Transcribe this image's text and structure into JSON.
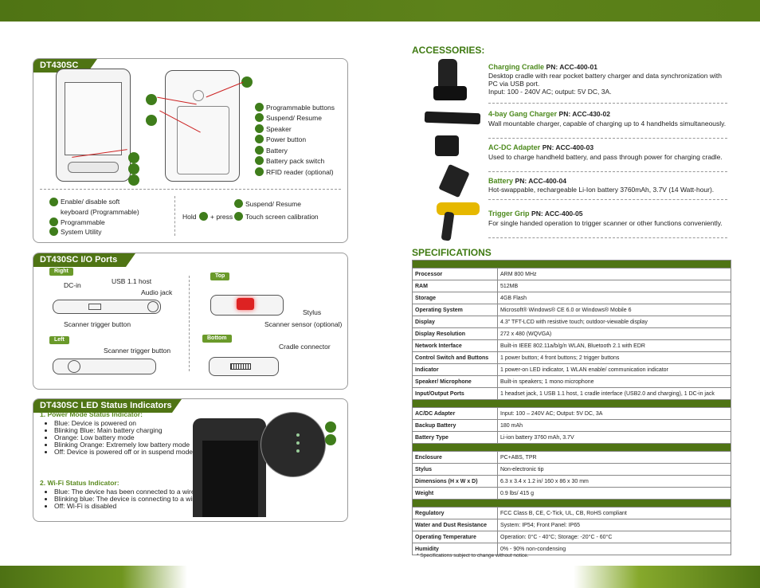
{
  "panels": {
    "device": {
      "title": "DT430SC",
      "legend": [
        "Programmable buttons",
        "Suspend/ Resume",
        "Speaker",
        "Power button",
        "Battery",
        "Battery pack switch",
        "RFID reader (optional)"
      ],
      "keys_left": [
        "Enable/ disable soft",
        "keyboard (Programmable)",
        "Programmable",
        "System Utility"
      ],
      "keys_right_1": "Suspend/ Resume",
      "hold": "Hold",
      "plus_press": "+ press",
      "touch_cal": "Touch screen calibration"
    },
    "io": {
      "title": "DT430SC I/O Ports",
      "tag_right": "Right",
      "tag_left": "Left",
      "tag_top": "Top",
      "tag_bottom": "Bottom",
      "dc_in": "DC-in",
      "usb": "USB 1.1 host",
      "audio": "Audio jack",
      "scanner_trigger_r": "Scanner trigger button",
      "scanner_trigger_l": "Scanner trigger button",
      "stylus": "Stylus",
      "scanner_sensor": "Scanner sensor (optional)",
      "cradle": "Cradle connector"
    },
    "led": {
      "title": "DT430SC LED Status Indicators",
      "power_heading": "1. Power Mode Status Indicator:",
      "power_items": [
        "Blue: Device is powered on",
        "Blinking Blue: Main battery charging",
        "Orange: Low battery mode",
        "Blinking Orange: Extremely low battery mode",
        "Off: Device is powered off or in suspend mode"
      ],
      "wifi_heading": "2. Wi-Fi Status Indicator:",
      "wifi_items": [
        "Blue: The device has been connected to a wireless AP",
        "Blinking blue: The device is connecting to a wireless AP",
        "Off: Wi-Fi is disabled"
      ]
    }
  },
  "accessories": {
    "heading": "ACCESSORIES:",
    "items": [
      {
        "name": "Charging Cradle",
        "pn": "PN: ACC-400-01",
        "desc": "Desktop cradle with rear pocket battery charger and data synchronization with PC via USB port.",
        "desc2": "Input: 100 - 240V AC; output: 5V DC, 3A."
      },
      {
        "name": "4-bay Gang Charger",
        "pn": "PN: ACC-430-02",
        "desc": "Wall mountable charger, capable of charging up to 4 handhelds simultaneously.",
        "desc2": ""
      },
      {
        "name": "AC-DC Adapter",
        "pn": "PN: ACC-400-03",
        "desc": "Used to charge handheld battery, and pass through power for charging cradle.",
        "desc2": ""
      },
      {
        "name": "Battery",
        "pn": "PN: ACC-400-04",
        "desc": "Hot-swappable, rechargeable Li-Ion battery 3760mAh, 3.7V (14 Watt-hour).",
        "desc2": ""
      },
      {
        "name": "Trigger Grip",
        "pn": "PN: ACC-400-05",
        "desc": "For single handed operation to trigger scanner or other functions conveniently.",
        "desc2": ""
      }
    ]
  },
  "specifications": {
    "heading": "SPECIFICATIONS",
    "groups": [
      [
        [
          "Processor",
          "ARM 800 MHz"
        ],
        [
          "RAM",
          "512MB"
        ],
        [
          "Storage",
          "4GB Flash"
        ],
        [
          "Operating System",
          "Microsoft® Windows® CE 6.0 or Windows® Mobile 6"
        ],
        [
          "Display",
          "4.3\" TFT-LCD with resistive touch; outdoor-viewable display"
        ],
        [
          "Display Resolution",
          "272 x 480 (WQVGA)"
        ],
        [
          "Network Interface",
          "Built-in IEEE 802.11a/b/g/n WLAN, Bluetooth 2.1 with EDR"
        ],
        [
          "Control Switch and Buttons",
          "1 power button; 4 front buttons; 2 trigger buttons"
        ],
        [
          "Indicator",
          "1 power-on LED indicator, 1 WLAN enable/ communication indicator"
        ],
        [
          "Speaker/ Microphone",
          "Built-in speakers; 1 mono microphone"
        ],
        [
          "Input/Output Ports",
          "1 headset jack, 1 USB 1.1 host, 1 cradle interface (USB2.0 and charging), 1 DC-in jack"
        ]
      ],
      [
        [
          "AC/DC Adapter",
          "Input: 100 – 240V AC; Output: 5V DC, 3A"
        ],
        [
          "Backup Battery",
          "180 mAh"
        ],
        [
          "Battery Type",
          "Li-ion battery 3760 mAh, 3.7V"
        ]
      ],
      [
        [
          "Enclosure",
          "PC+ABS, TPR"
        ],
        [
          "Stylus",
          "Non-electronic tip"
        ],
        [
          "Dimensions (H x W x D)",
          "6.3 x 3.4 x 1.2 in/ 160 x 86 x 30 mm"
        ],
        [
          "Weight",
          "0.9 lbs/ 415 g"
        ]
      ],
      [
        [
          "Regulatory",
          "FCC Class B, CE, C-Tick, UL, CB, RoHS compliant"
        ],
        [
          "Water and Dust Resistance",
          "System: IP54; Front Panel: IP65"
        ],
        [
          "Operating Temperature",
          "Operation: 0°C - 40°C; Storage: -20°C - 60°C"
        ],
        [
          "Humidity",
          "0% - 90% non-condensing"
        ]
      ]
    ],
    "note": "* Specifications subject to change without notice."
  },
  "colors": {
    "brand_green": "#4f7414",
    "accent_green": "#3f7d1b",
    "highlight_red": "#cc2222"
  }
}
